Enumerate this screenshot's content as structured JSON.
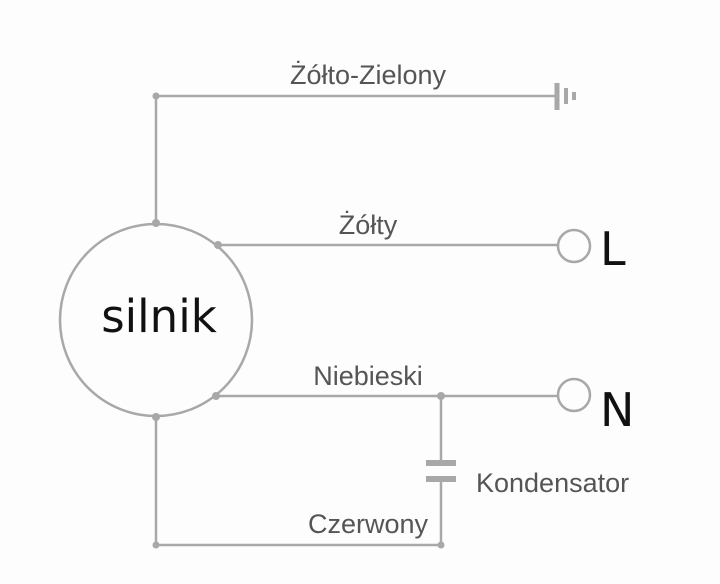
{
  "motor": {
    "label": "silnik"
  },
  "wires": {
    "ground": "Żółto-Zielony",
    "line": "Żółty",
    "neutral": "Niebieski",
    "capacitor_return": "Czerwony"
  },
  "capacitor": {
    "label": "Kondensator"
  },
  "terminals": {
    "line": "L",
    "neutral": "N"
  },
  "colors": {
    "wire": "#a8a8a8",
    "label": "#555555",
    "text": "#111111",
    "background": "#fdfdfd"
  }
}
